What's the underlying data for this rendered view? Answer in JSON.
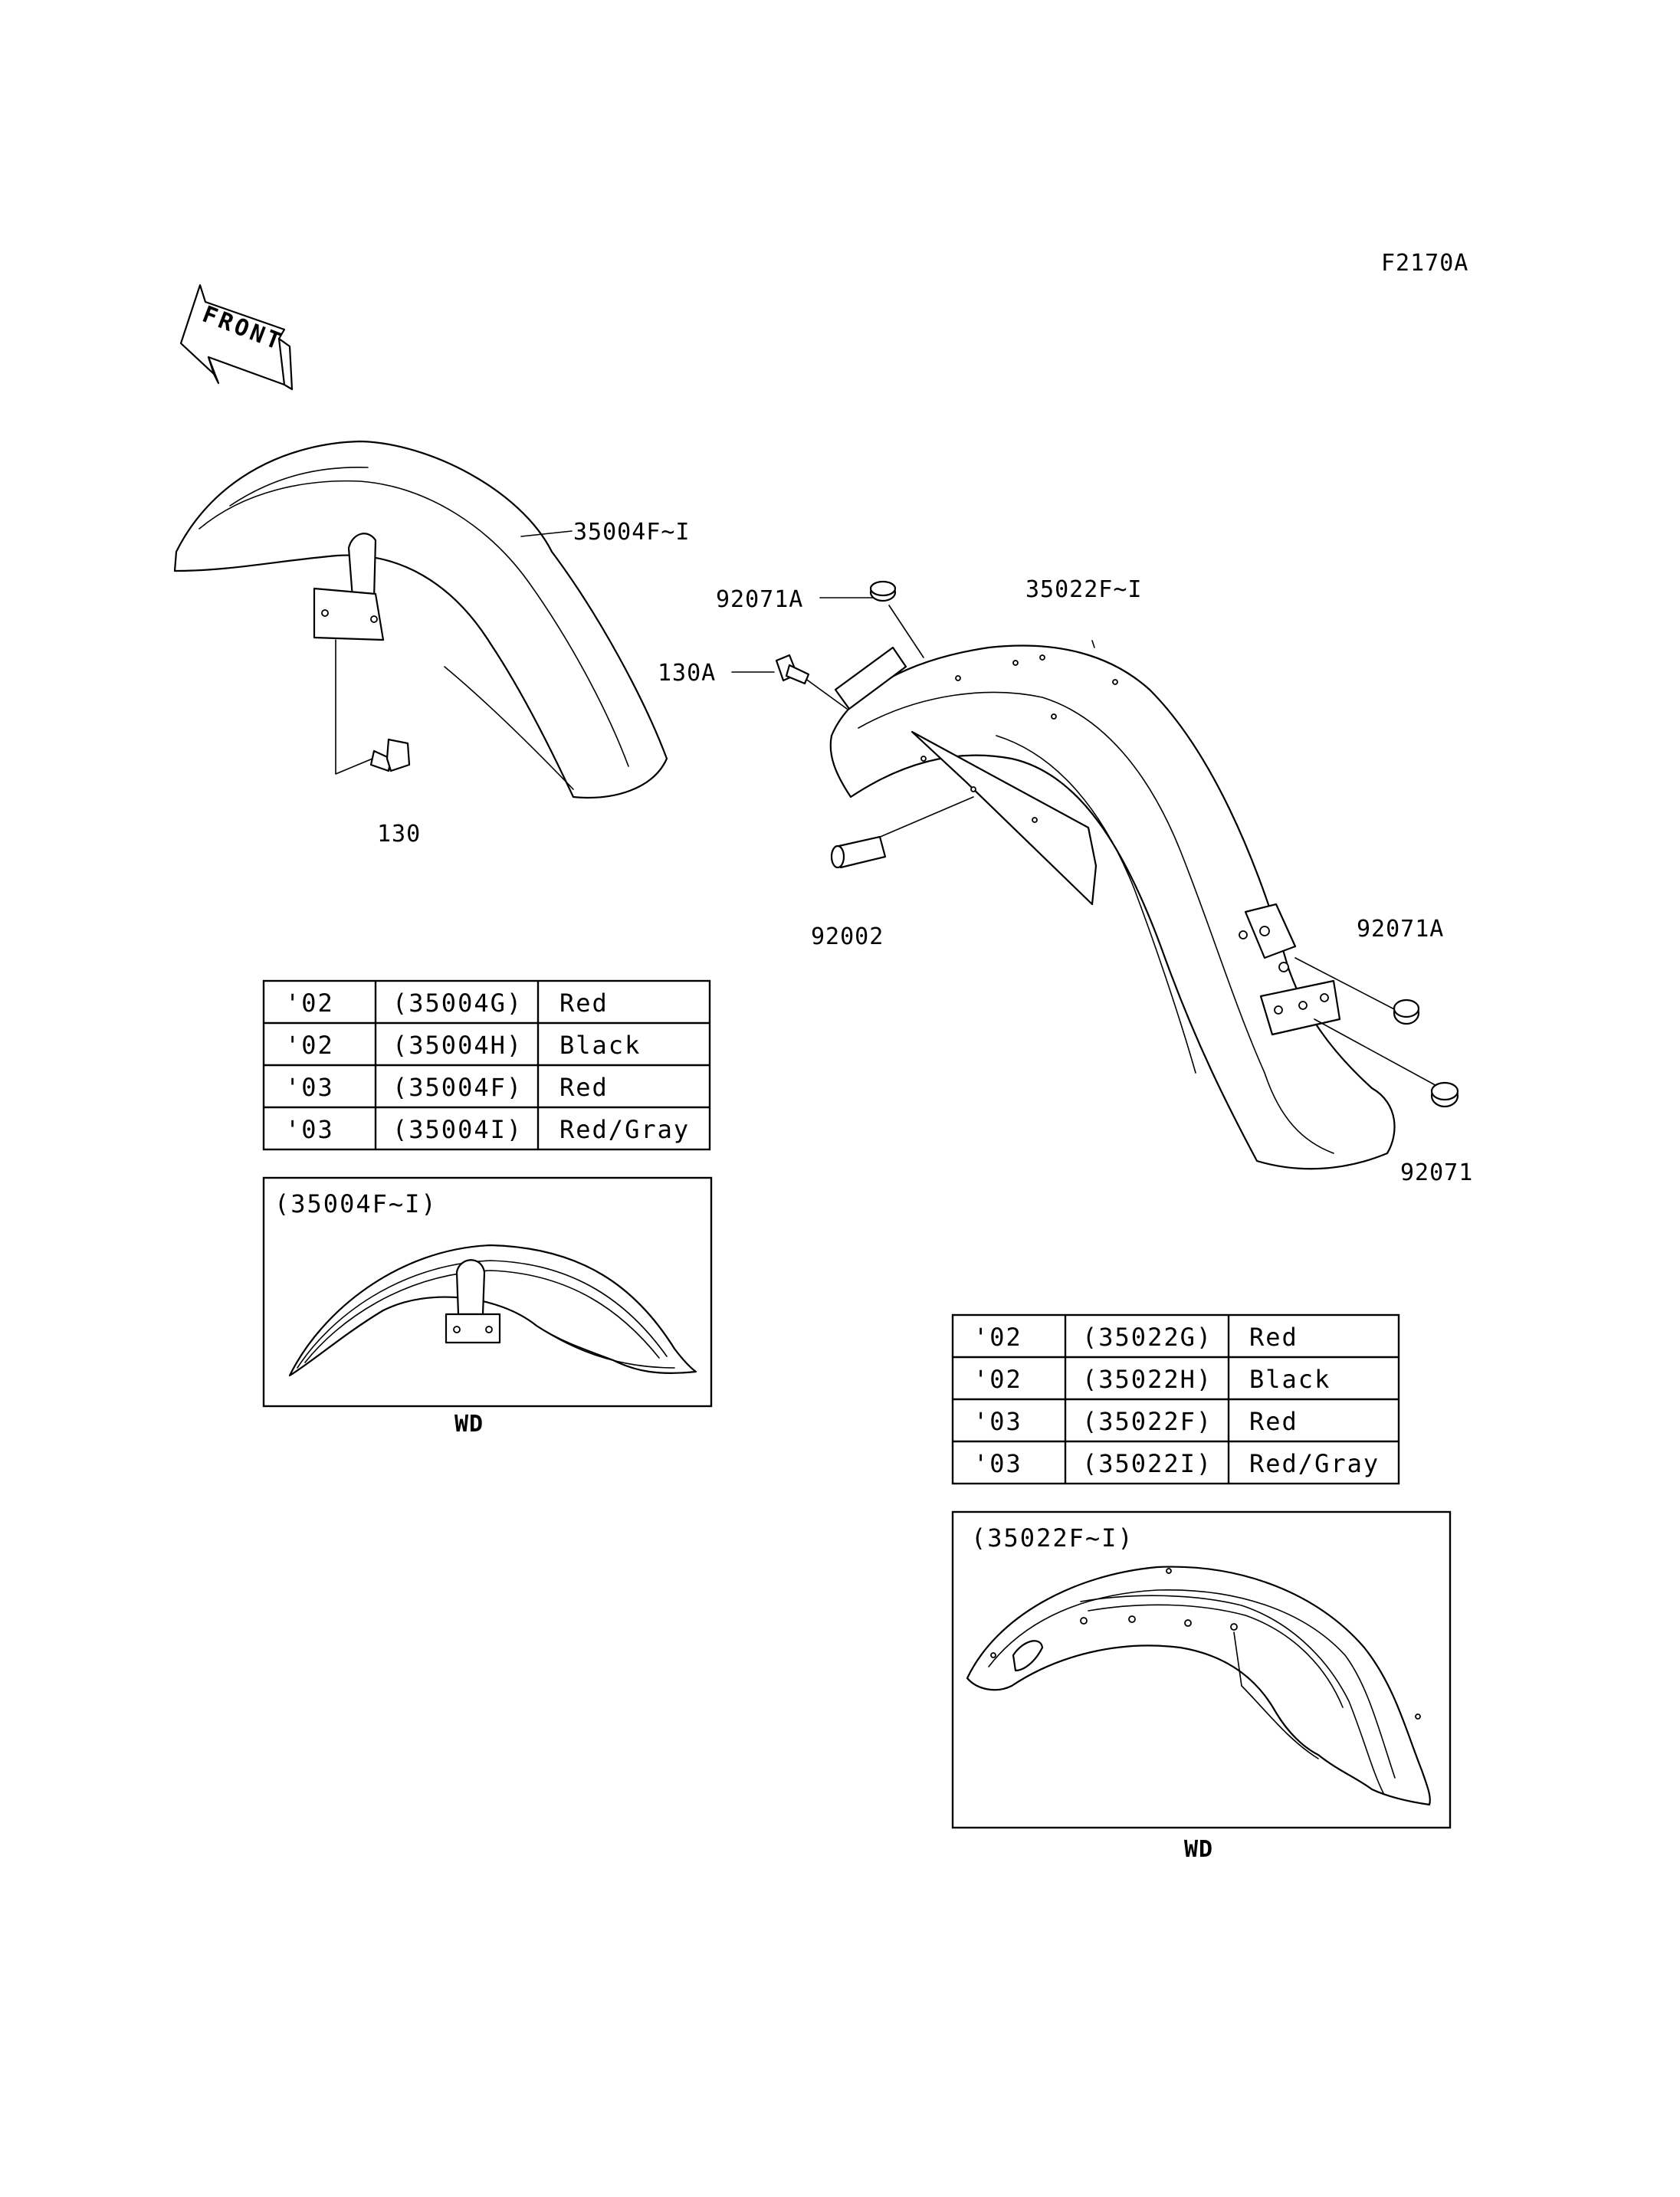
{
  "figure_code": "F2170A",
  "front_arrow_text": "FRONT",
  "callouts": {
    "front_fender": "35004F~I",
    "front_bolt": "130",
    "rear_fender": "35022F~I",
    "rear_nut_top": "92071A",
    "rear_bolt_top": "130A",
    "rear_stud": "92002",
    "rear_nut_a": "92071A",
    "rear_nut": "92071"
  },
  "front_table": {
    "rows": [
      [
        "'02",
        "(35004G)",
        "Red"
      ],
      [
        "'02",
        "(35004H)",
        "Black"
      ],
      [
        "'03",
        "(35004F)",
        "Red"
      ],
      [
        "'03",
        "(35004I)",
        "Red/Gray"
      ]
    ]
  },
  "rear_table": {
    "rows": [
      [
        "'02",
        "(35022G)",
        "Red"
      ],
      [
        "'02",
        "(35022H)",
        "Black"
      ],
      [
        "'03",
        "(35022F)",
        "Red"
      ],
      [
        "'03",
        "(35022I)",
        "Red/Gray"
      ]
    ]
  },
  "front_inset": {
    "title": "(35004F~I)",
    "caption": "WD"
  },
  "rear_inset": {
    "title": "(35022F~I)",
    "caption": "WD"
  }
}
